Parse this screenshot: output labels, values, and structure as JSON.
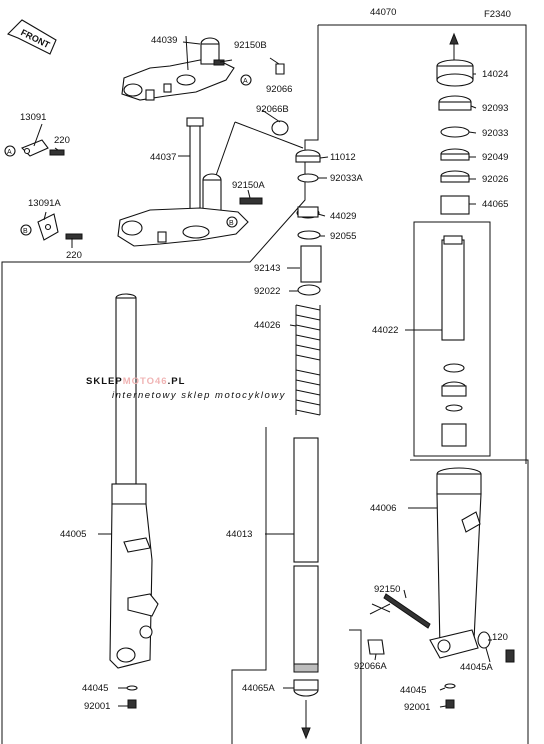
{
  "diagram": {
    "figure_code": "F2340",
    "orientation_mark": "FRONT",
    "callouts": {
      "A": "A",
      "B": "B"
    },
    "parts": {
      "p44070": "44070",
      "p44039": "44039",
      "p92150B": "92150B",
      "p92066": "92066",
      "p13091": "13091",
      "p220a": "220",
      "p92066B": "92066B",
      "p44037": "44037",
      "p92150A": "92150A",
      "p13091A": "13091A",
      "p220b": "220",
      "p11012": "11012",
      "p92033A": "92033A",
      "p44029": "44029",
      "p92055": "92055",
      "p92143": "92143",
      "p92022": "92022",
      "p44026": "44026",
      "p14024": "14024",
      "p92093": "92093",
      "p92033": "92033",
      "p92049": "92049",
      "p92026": "92026",
      "p44065": "44065",
      "p44022": "44022",
      "p44005": "44005",
      "p44013": "44013",
      "p44006": "44006",
      "p92150": "92150",
      "p120": "120",
      "p44045A": "44045A",
      "p92066A": "92066A",
      "p44045a": "44045",
      "p92001a": "92001",
      "p44065A": "44065A",
      "p44045b": "44045",
      "p92001b": "92001"
    }
  },
  "watermark": {
    "brand_left": "SKLEP",
    "brand_mid": "MOTO",
    "brand_num": "46",
    "brand_tld": ".PL",
    "tagline": "internetowy sklep motocyklowy"
  }
}
